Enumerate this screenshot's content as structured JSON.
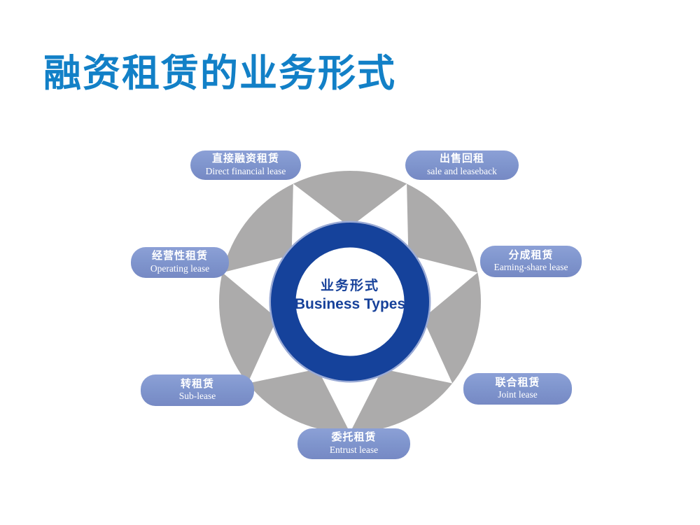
{
  "slide": {
    "title": "融资租赁的业务形式"
  },
  "diagram": {
    "center": {
      "zh": "业务形式",
      "en": "Business Types"
    },
    "nodes": [
      {
        "id": "direct-financial-lease",
        "zh": "直接融资租赁",
        "en": "Direct financial lease",
        "position": "top-left"
      },
      {
        "id": "sale-and-leaseback",
        "zh": "出售回租",
        "en": "sale and leaseback",
        "position": "top-right"
      },
      {
        "id": "operating-lease",
        "zh": "经营性租赁",
        "en": "Operating lease",
        "position": "middle-left"
      },
      {
        "id": "earning-share-lease",
        "zh": "分成租赁",
        "en": "Earning-share lease",
        "position": "middle-right"
      },
      {
        "id": "sub-lease",
        "zh": "转租赁",
        "en": "Sub-lease",
        "position": "lower-left"
      },
      {
        "id": "joint-lease",
        "zh": "联合租赁",
        "en": "Joint lease",
        "position": "lower-right"
      },
      {
        "id": "entrust-lease",
        "zh": "委托租赁",
        "en": "Entrust lease",
        "position": "bottom"
      }
    ],
    "colors": {
      "title_blue": "#1280C7",
      "node_fill": "#8096CE",
      "node_text": "#FFFFFF",
      "wheel_gray": "#ACABAB",
      "ring_blue": "#15429B",
      "ring_halo": "#9AAAD5",
      "center_text": "#17419A",
      "background": "#FFFFFF"
    }
  }
}
